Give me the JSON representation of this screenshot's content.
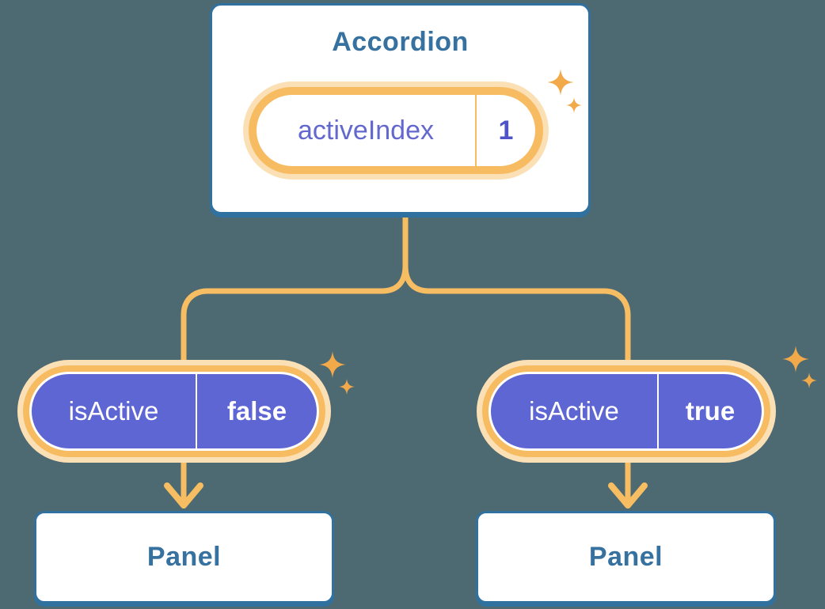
{
  "colors": {
    "background": "#4D6972",
    "card-bg": "#FFFFFF",
    "card-border": "#31719F",
    "card-text": "#36719F",
    "ring-orange": "#F7BB61",
    "ring-halo": "#FBE0B6",
    "line-orange": "#F7BD62",
    "sparkle-orange": "#F1A94A",
    "pill-purple": "#5E66D4",
    "prop-text": "#FFFFFF",
    "prop-divider": "#FFFFFF",
    "state-name-color": "#6368CF",
    "state-value-color": "#5053C7"
  },
  "icons": {
    "sparkle": "four-point-star",
    "arrow": "arrow-down"
  },
  "diagram": {
    "root": {
      "title": "Accordion",
      "state": {
        "name": "activeIndex",
        "value": "1"
      }
    },
    "children": [
      {
        "prop": {
          "name": "isActive",
          "value": "false"
        },
        "panel": "Panel"
      },
      {
        "prop": {
          "name": "isActive",
          "value": "true"
        },
        "panel": "Panel"
      }
    ]
  }
}
